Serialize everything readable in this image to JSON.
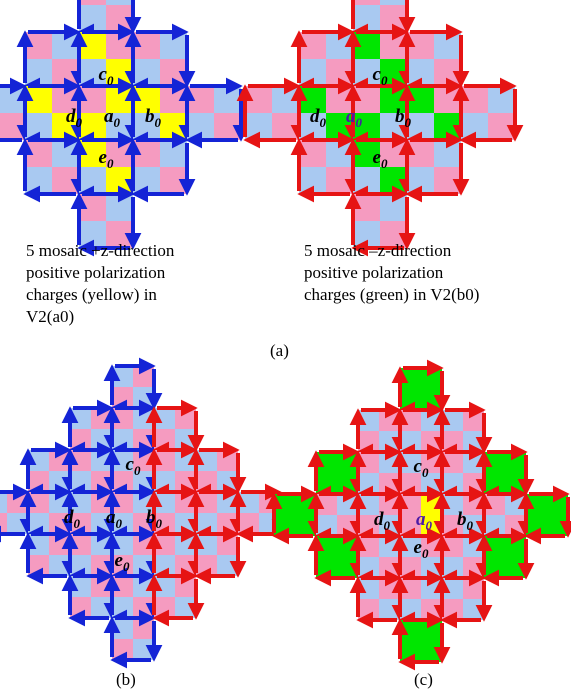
{
  "colors": {
    "pink": "#f59bc0",
    "blue": "#a9c9f1",
    "yellow": "#ffff00",
    "green": "#00e600",
    "blue_arrow": "#1424d6",
    "red_arrow": "#e61414",
    "purple_label": "#4b1aa6"
  },
  "panels": [
    {
      "id": "a-left",
      "cells": [
        "c",
        "d",
        "a",
        "b",
        "e"
      ],
      "charge": "yellow",
      "arrows": "blue"
    },
    {
      "id": "a-right",
      "cells": [
        "c",
        "d",
        "a",
        "b",
        "e"
      ],
      "charge": "green",
      "arrows": "red"
    },
    {
      "id": "b",
      "cells": [
        "c",
        "d",
        "a",
        "b",
        "e"
      ],
      "charge": "none",
      "arrows": "mixed"
    },
    {
      "id": "c",
      "cells": [
        "c",
        "d",
        "a",
        "b",
        "e"
      ],
      "charge": "yellow+green",
      "arrows": "red"
    }
  ],
  "labels": {
    "c0": "c0",
    "d0": "d0",
    "a0": "a0",
    "b0": "b0",
    "e0": "e0"
  },
  "captions": {
    "left_line1": "5 mosaic +z-direction",
    "left_line2": "positive polarization",
    "left_line3": "charges (yellow) in",
    "left_line4": "V2(a0)",
    "right_line1": "5 mosaic –z-direction",
    "right_line2": "positive polarization",
    "right_line3": "charges (green) in V2(b0)"
  },
  "sublabels": {
    "a": "(a)",
    "b": "(b)",
    "c": "(c)"
  }
}
